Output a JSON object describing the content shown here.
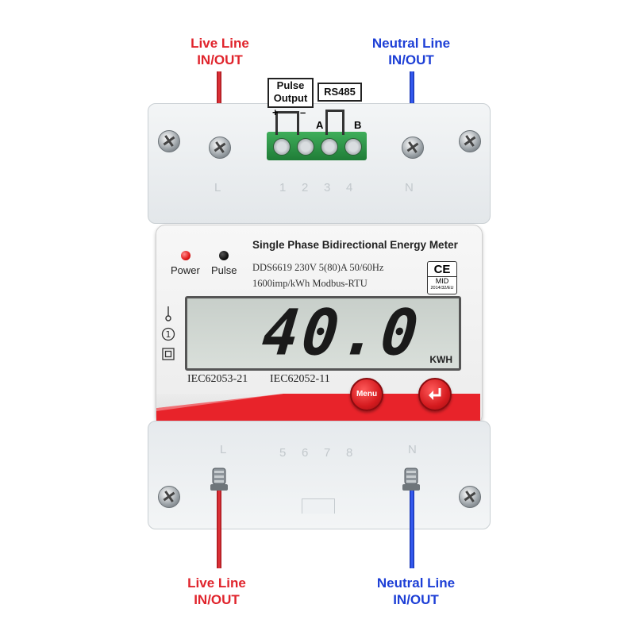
{
  "wires": {
    "top_left": {
      "line1": "Live Line",
      "line2": "IN/OUT",
      "color": "#e0242c"
    },
    "top_right": {
      "line1": "Neutral Line",
      "line2": "IN/OUT",
      "color": "#1d3fd6"
    },
    "bottom_left": {
      "line1": "Live Line",
      "line2": "IN/OUT",
      "color": "#e0242c"
    },
    "bottom_right": {
      "line1": "Neutral Line",
      "line2": "IN/OUT",
      "color": "#1d3fd6"
    }
  },
  "connectors": {
    "pulse_output": {
      "line1": "Pulse",
      "line2": "Output"
    },
    "rs485": "RS485",
    "plus": "+",
    "minus": "–",
    "a": "A",
    "b": "B"
  },
  "terminals": {
    "top": {
      "l": "L",
      "n": "N",
      "numbers": [
        "1",
        "2",
        "3",
        "4"
      ]
    },
    "bottom": {
      "l": "L",
      "n": "N",
      "numbers": [
        "5",
        "6",
        "7",
        "8"
      ]
    }
  },
  "meter": {
    "title": "Single Phase Bidirectional Energy Meter",
    "spec_line1": "DDS6619  230V  5(80)A  50/60Hz",
    "spec_line2": "1600imp/kWh    Modbus-RTU",
    "ce": "CE",
    "mid": "MID",
    "mid_year": "2014/32/EU",
    "leds": [
      {
        "label": "Power",
        "color": "#e01818"
      },
      {
        "label": "Pulse",
        "color": "#111111"
      }
    ],
    "display_value": "40.0",
    "display_unit": "KWH",
    "standards": [
      "IEC62053-21",
      "IEC62052-11"
    ],
    "menu_button": "Menu",
    "enter_button_icon": "enter-arrow-icon",
    "side_icons": [
      "switch-icon",
      "circled-one-icon",
      "square-icon"
    ],
    "band_color": "#e8232a"
  }
}
